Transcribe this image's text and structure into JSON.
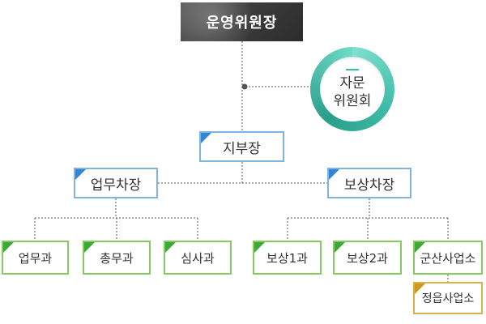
{
  "org": {
    "top": "운영위원장",
    "advisory": {
      "line1": "자문",
      "line2": "위원회"
    },
    "deputy": "지부장",
    "business_director": "업무차장",
    "compensation_director": "보상차장",
    "departments": {
      "business": "업무과",
      "general_affairs": "총무과",
      "review": "심사과",
      "compensation1": "보상1과",
      "compensation2": "보상2과",
      "gunsan_office": "군산사업소",
      "jeongeup_office": "정읍사업소"
    }
  },
  "colors": {
    "top_fill": "#3d3d3d",
    "advisory_ring": "#3dbba6",
    "director_border": "#7fb3e0",
    "director_corner": "#2f86d6",
    "dept_border": "#86c95e",
    "dept_corner": "#3aa935",
    "office_border": "#d8b14a",
    "office_corner": "#c99a1e",
    "connector": "#555555"
  }
}
